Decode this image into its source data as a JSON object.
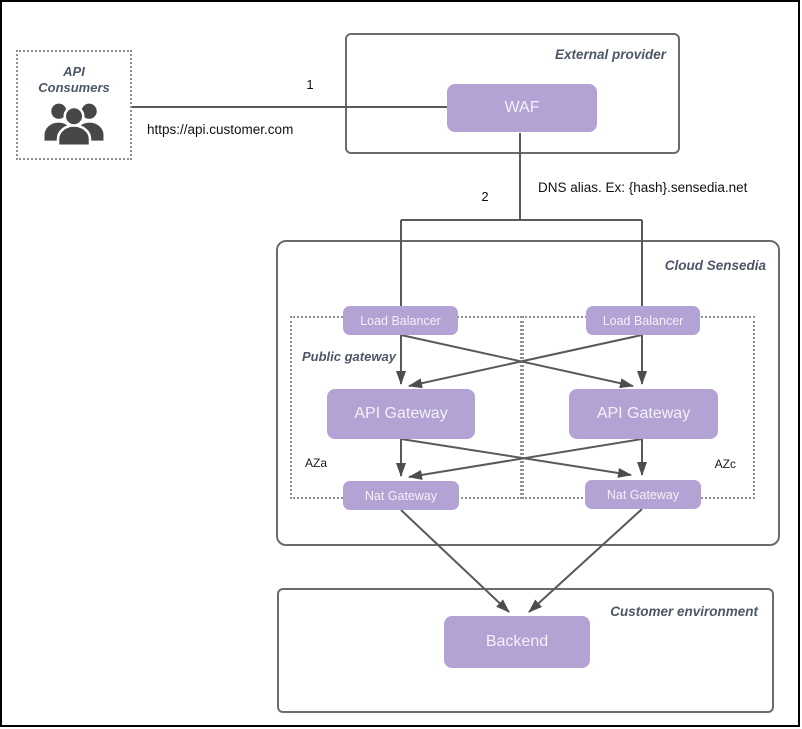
{
  "title": "Sensedia API traffic architecture diagram",
  "colors": {
    "node_fill": "#b3a2d4",
    "node_text": "#f4f1f9",
    "container_border": "#6b6b6b",
    "container_title_text": "#4d5766",
    "connector_line": "#595959",
    "dotted_border": "#8f8f8f",
    "consumers_icon": "#474747",
    "frame_border": "#000000"
  },
  "connectors": {
    "step1": "1",
    "step2": "2",
    "consumer_url": "https://api.customer.com",
    "dns_alias": "DNS alias. Ex: {hash}.sensedia.net"
  },
  "containers": {
    "api_consumers": {
      "title": "API Consumers",
      "icon": "users-group-icon"
    },
    "external_provider": {
      "title": "External provider"
    },
    "cloud_sensedia": {
      "title": "Cloud Sensedia"
    },
    "public_gateway": {
      "title": "Public gateway",
      "zone_left": "AZa",
      "zone_right": "AZc"
    },
    "customer_environment": {
      "title": "Customer environment"
    }
  },
  "nodes": {
    "waf": {
      "label": "WAF"
    },
    "load_balancer_left": {
      "label": "Load Balancer"
    },
    "load_balancer_right": {
      "label": "Load Balancer"
    },
    "api_gateway_left": {
      "label": "API Gateway"
    },
    "api_gateway_right": {
      "label": "API Gateway"
    },
    "nat_gateway_left": {
      "label": "Nat Gateway"
    },
    "nat_gateway_right": {
      "label": "Nat Gateway"
    },
    "backend": {
      "label": "Backend"
    }
  }
}
